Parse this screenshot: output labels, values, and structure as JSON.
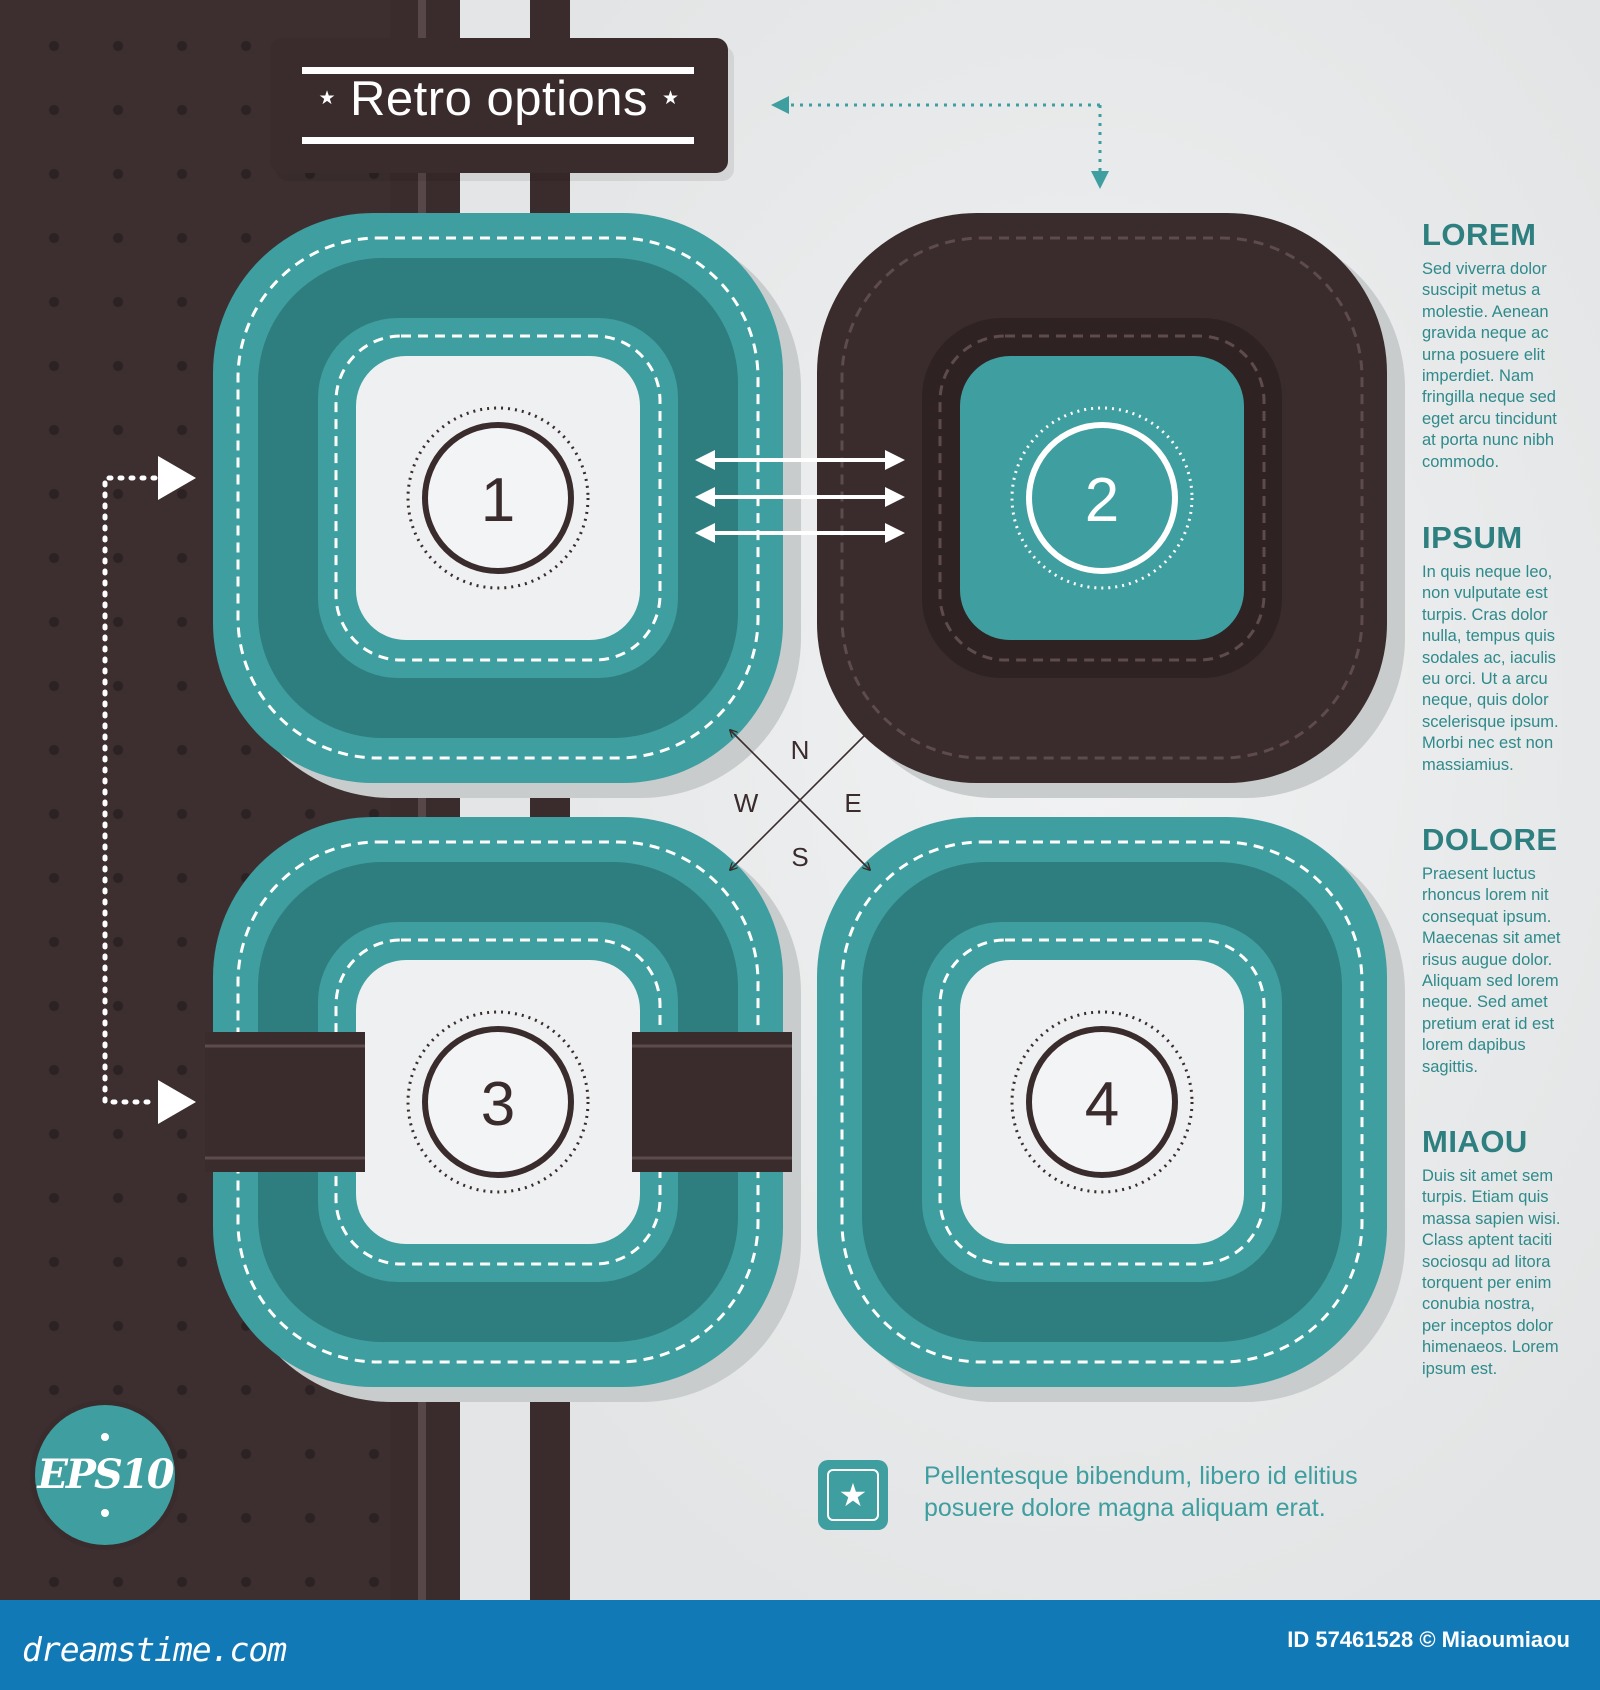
{
  "title": "Retro options",
  "options": [
    {
      "number": "1"
    },
    {
      "number": "2"
    },
    {
      "number": "3"
    },
    {
      "number": "4"
    }
  ],
  "compass": {
    "n": "N",
    "e": "E",
    "s": "S",
    "w": "W"
  },
  "sidebar": [
    {
      "heading": "LOREM",
      "lines": [
        "Sed viverra dolor",
        "suscipit metus a",
        "molestie. Aenean",
        "gravida neque ac",
        "urna posuere elit",
        "imperdiet. Nam",
        "fringilla neque sed",
        "eget arcu tincidunt",
        "at porta nunc nibh",
        "commodo."
      ]
    },
    {
      "heading": "IPSUM",
      "lines": [
        "In quis neque leo,",
        "non vulputate est",
        "turpis. Cras dolor",
        "nulla, tempus quis",
        "sodales ac, iaculis",
        "eu orci. Ut a arcu",
        "neque, quis dolor",
        "scelerisque ipsum.",
        "Morbi nec est non",
        "massiamius."
      ]
    },
    {
      "heading": "DOLORE",
      "lines": [
        "Praesent luctus",
        "rhoncus lorem nit",
        "consequat ipsum.",
        "Maecenas sit amet",
        "risus augue dolor.",
        "Aliquam sed lorem",
        "neque. Sed amet",
        "pretium erat id est",
        "lorem dapibus",
        "sagittis."
      ]
    },
    {
      "heading": "MIAOU",
      "lines": [
        "Duis sit amet sem",
        "turpis. Etiam quis",
        "massa sapien wisi.",
        "Class aptent taciti",
        "sociosqu ad litora",
        "torquent per enim",
        "conubia nostra,",
        "per inceptos dolor",
        "himenaeos. Lorem",
        "ipsum est."
      ]
    }
  ],
  "badge": "EPS10",
  "footnote": {
    "icon": "star-icon",
    "line1": "Pellentesque bibendum, libero id elitius",
    "line2": "posuere dolore magna aliquam erat."
  },
  "footer": {
    "site": "dreamstime.com",
    "id": "ID 57461528 © Miaoumiaou"
  },
  "colors": {
    "teal": "#3f9e9f",
    "dark_teal": "#2e7e7f",
    "dark_brown": "#3a2b2c",
    "light_gray": "#e6e8e9",
    "footer_blue": "#1279b7"
  }
}
